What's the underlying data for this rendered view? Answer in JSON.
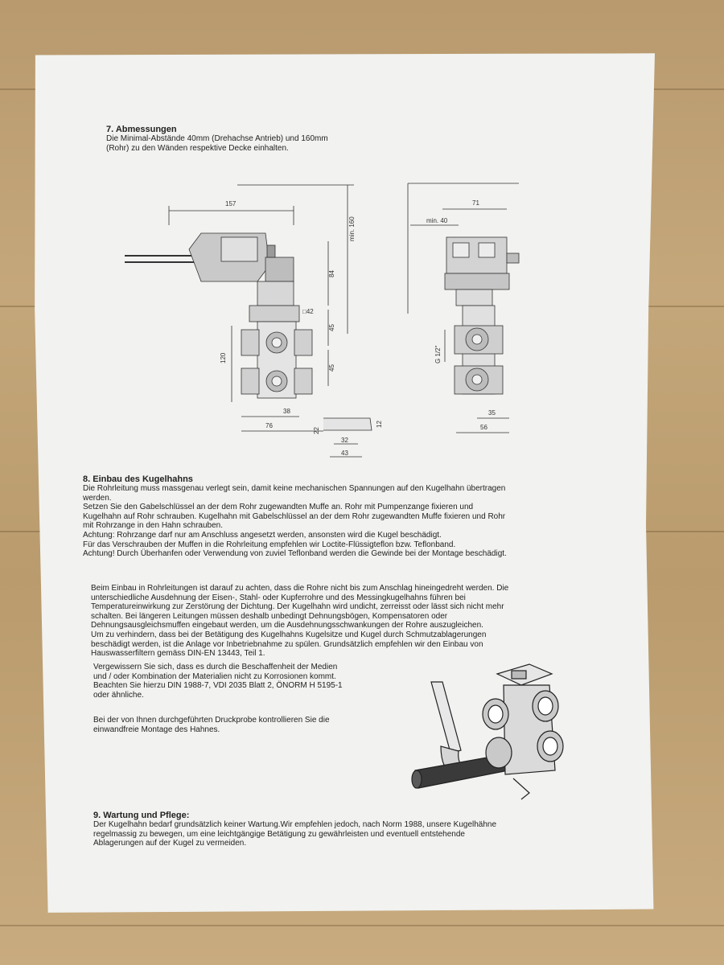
{
  "section7": {
    "title": "7. Abmessungen",
    "line1": "Die Minimal-Abstände 40mm (Drehachse Antrieb) und 160mm",
    "line2": "(Rohr) zu den Wänden respektive Decke einhalten."
  },
  "drawing_left": {
    "dim_157": "157",
    "dim_min160": "min. 160",
    "dim_84": "84",
    "dim_42": "□42",
    "dim_45a": "45",
    "dim_45b": "45",
    "dim_120": "120",
    "dim_38": "38",
    "dim_76": "76",
    "dim_22": "22",
    "dim_12": "12",
    "dim_32": "32",
    "dim_43": "43"
  },
  "drawing_right": {
    "dim_71": "71",
    "dim_min40": "min. 40",
    "dim_g12": "G 1/2\"",
    "dim_35": "35",
    "dim_56": "56"
  },
  "section8": {
    "title": "8. Einbau des Kugelhahns",
    "lines_a": [
      "Die Rohrleitung muss massgenau verlegt sein, damit keine mechanischen Spannungen auf den Kugelhahn übertragen",
      "werden.",
      "Setzen Sie den Gabelschlüssel an der dem Rohr zugewandten Muffe an. Rohr mit Pumpenzange fixieren und",
      "Kugelhahn auf Rohr schrauben. Kugelhahn mit Gabelschlüssel an der dem Rohr zugewandten Muffe fixieren und Rohr",
      "mit Rohrzange in den Hahn schrauben.",
      "Achtung: Rohrzange darf nur am Anschluss angesetzt werden, ansonsten wird die Kugel beschädigt.",
      "Für das Verschrauben der Muffen in die Rohrleitung empfehlen wir Loctite-Flüssigteflon bzw. Teflonband.",
      "Achtung! Durch Überhanfen oder Verwendung von zuviel Teflonband werden die Gewinde bei der Montage beschädigt."
    ],
    "lines_b": [
      "Beim Einbau in Rohrleitungen ist darauf zu achten, dass die Rohre nicht bis zum Anschlag hineingedreht werden. Die",
      "unterschiedliche Ausdehnung der Eisen-, Stahl- oder Kupferrohre und des Messingkugelhahns führen bei",
      "Temperatureinwirkung zur Zerstörung der Dichtung. Der Kugelhahn wird undicht, zerreisst oder lässt sich nicht mehr",
      "schalten. Bei längeren Leitungen müssen deshalb unbedingt Dehnungsbögen, Kompensatoren oder",
      "Dehnungsausgleichsmuffen eingebaut werden, um die Ausdehnungsschwankungen der Rohre auszugleichen.",
      "Um zu verhindern, dass bei der Betätigung des Kugelhahns Kugelsitze und Kugel durch Schmutzablagerungen",
      "beschädigt werden, ist die Anlage vor Inbetriebnahme zu spülen. Grundsätzlich empfehlen wir den Einbau von",
      "Hauswasserfiltern gemäss DIN-EN 13443, Teil 1."
    ],
    "lines_c": [
      "Vergewissern Sie sich, dass es durch die Beschaffenheit der Medien",
      "und / oder Kombination der Materialien nicht zu Korrosionen kommt.",
      "Beachten Sie hierzu DIN 1988-7, VDI 2035 Blatt 2, ÖNORM H 5195-1",
      "oder ähnliche."
    ],
    "lines_d": [
      "Bei der von Ihnen durchgeführten Druckprobe kontrollieren Sie die",
      "einwandfreie Montage des Hahnes."
    ]
  },
  "section9": {
    "title": "9. Wartung und Pflege:",
    "lines": [
      "Der Kugelhahn bedarf grundsätzlich keiner Wartung.Wir empfehlen jedoch, nach Norm 1988, unsere Kugelhähne",
      "regelmassig zu bewegen, um eine  leichtgängige Betätigung zu gewährleisten und eventuell entstehende",
      "Ablagerungen auf der Kugel zu vermeiden."
    ]
  }
}
